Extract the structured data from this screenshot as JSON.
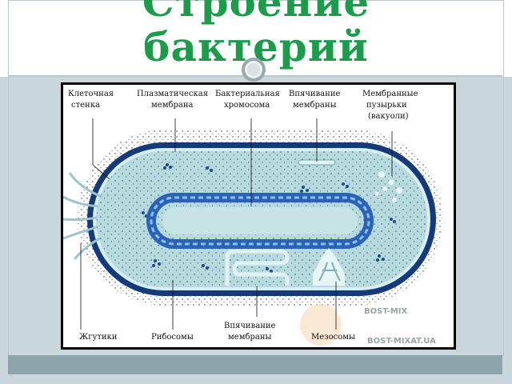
{
  "title": {
    "line1": "Строение",
    "line2": "бактерий"
  },
  "labels": {
    "cell_wall": [
      "Клеточная",
      "стенка"
    ],
    "plasma_membrane": [
      "Плазматическая",
      "мембрана"
    ],
    "chromosome": [
      "Бактериальная",
      "хромосома"
    ],
    "invagination_top": [
      "Впячивание",
      "мембраны"
    ],
    "vesicles": [
      "Мембранные",
      "пузырьки",
      "(вакуоли)"
    ],
    "flagella": [
      "Жгутики"
    ],
    "ribosomes": [
      "Рибосомы"
    ],
    "invagination_bottom": [
      "Впячивание",
      "мембраны"
    ],
    "mesosomes": [
      "Мезосомы"
    ]
  },
  "watermark": {
    "brand": "BOST-MIX",
    "url": "BOST-MIXAT.UA"
  },
  "colors": {
    "title": "#1a9c4a",
    "membrane": "#153a7a",
    "cytoplasm": "#b7dade"
  }
}
